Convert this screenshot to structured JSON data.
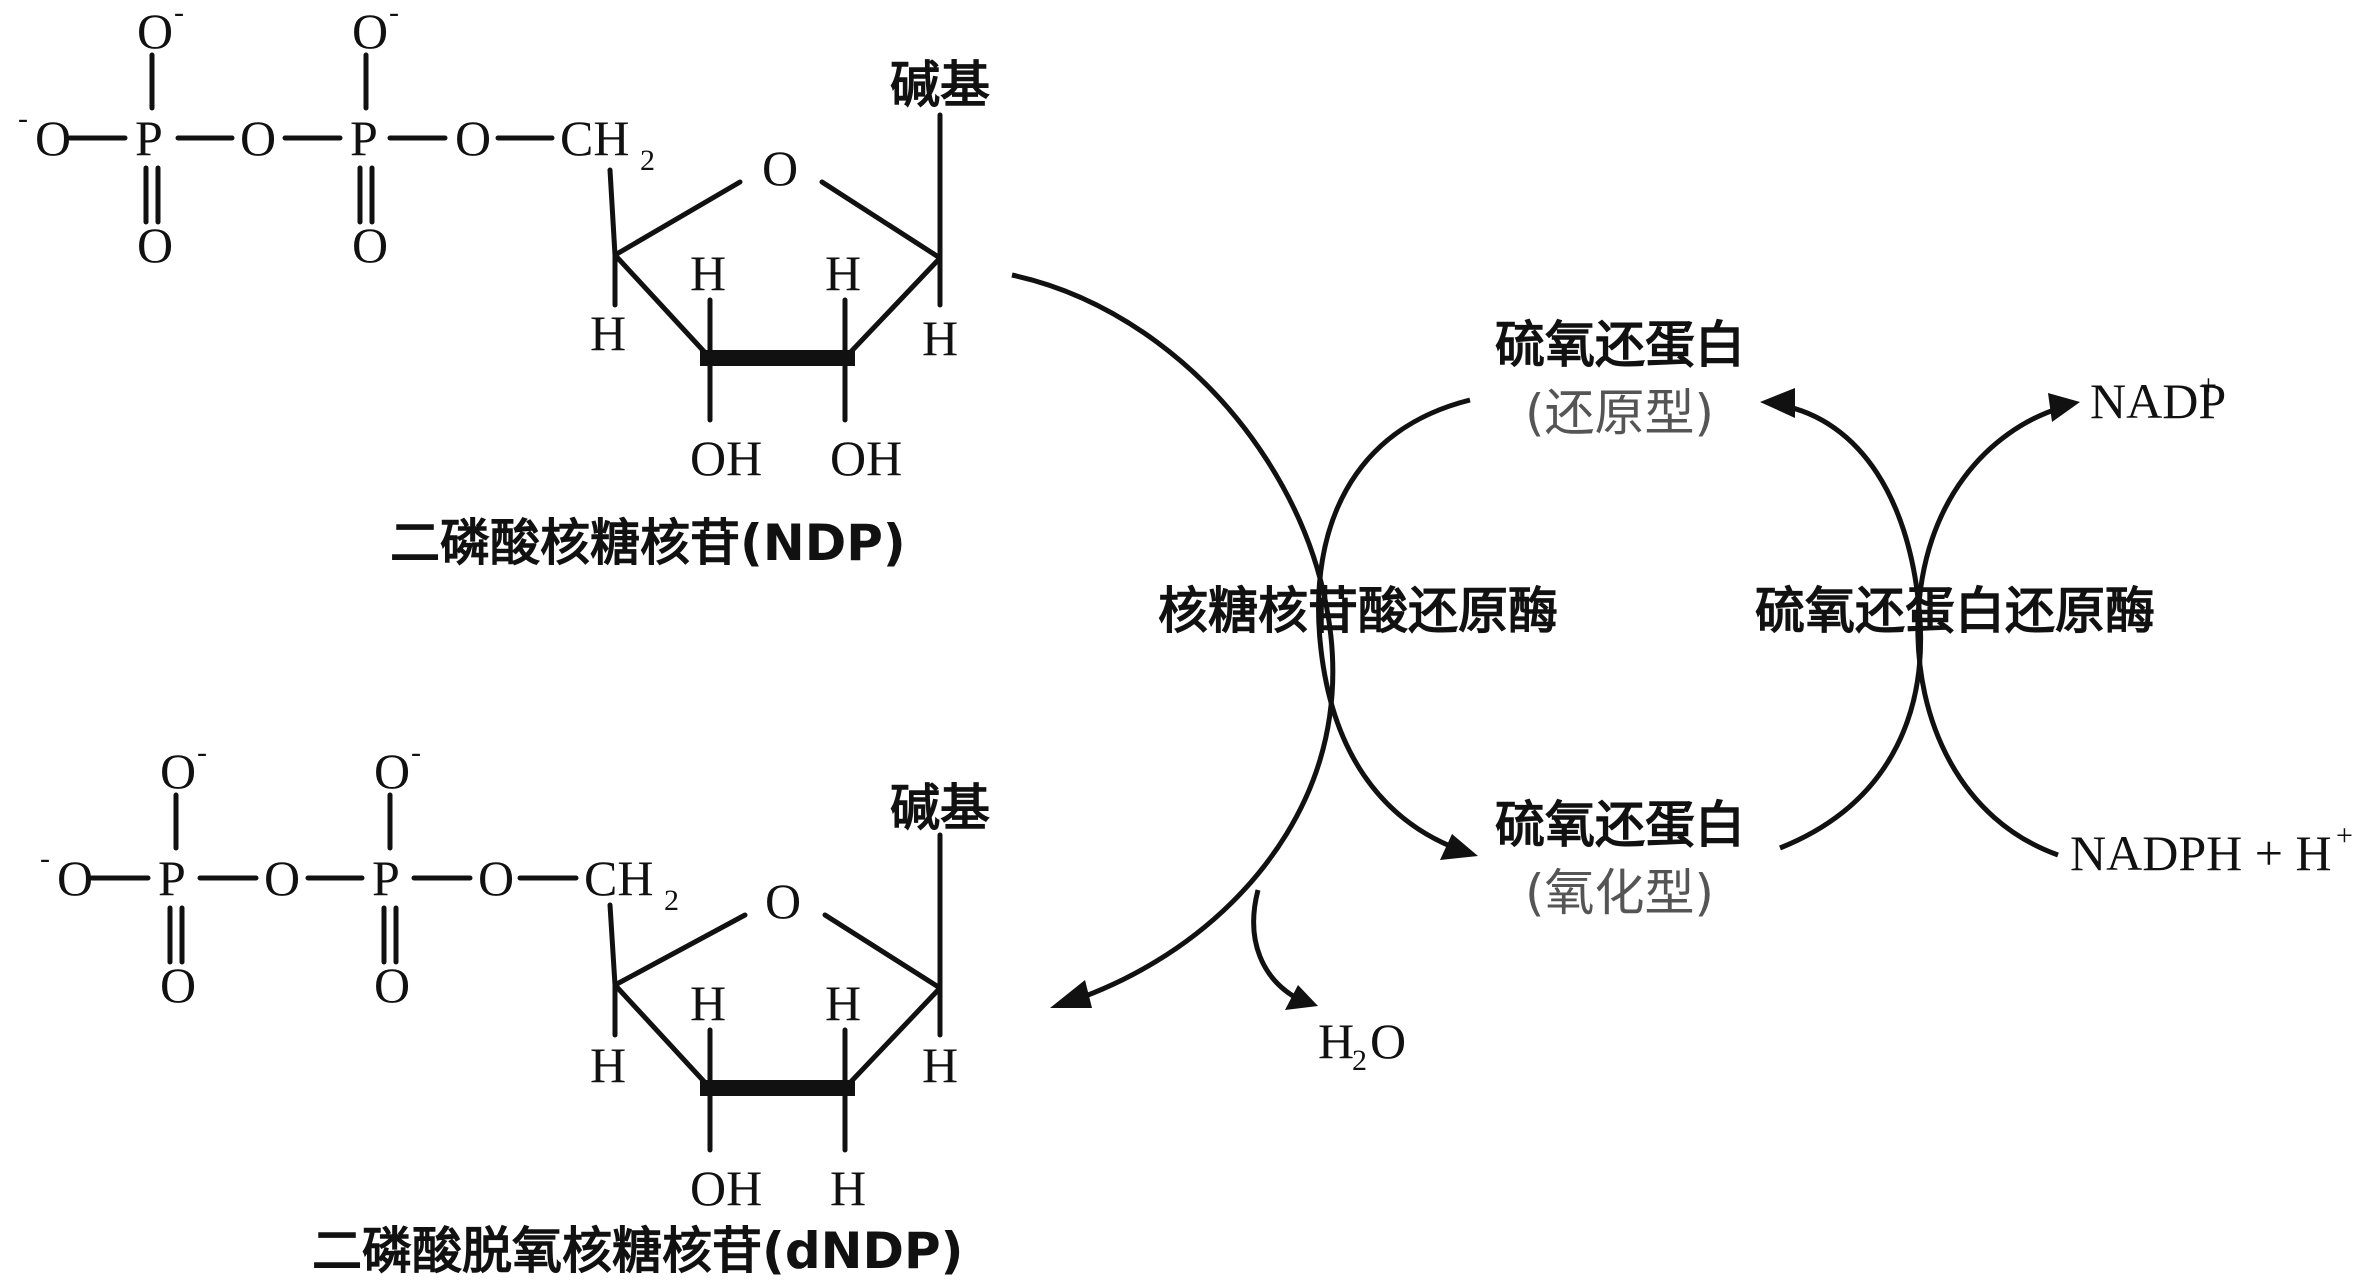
{
  "ndp": {
    "o_minus": "O",
    "minus": "-",
    "p": "P",
    "o": "O",
    "ch": "CH",
    "sub_2": "2",
    "ring_o": "O",
    "h": "H",
    "oh": "OH",
    "base": "碱基",
    "name": "二磷酸核糖核苷(NDP)"
  },
  "dndp": {
    "o_minus": "O",
    "minus": "-",
    "p": "P",
    "o": "O",
    "ch": "CH",
    "sub_2": "2",
    "ring_o": "O",
    "h": "H",
    "oh": "OH",
    "base": "碱基",
    "name": "二磷酸脱氧核糖核苷(dNDP)"
  },
  "reaction": {
    "enzyme1": "核糖核苷酸还原酶",
    "enzyme2": "硫氧还蛋白还原酶",
    "trx": "硫氧还蛋白",
    "trx_reduced": "(还原型)",
    "trx_oxidized": "(氧化型)",
    "water_h": "H",
    "water_sub": "2",
    "water_o": "O",
    "nadp": "NADP",
    "nadp_charge": "+",
    "nadph": "NADPH + H",
    "h_charge": "+"
  }
}
